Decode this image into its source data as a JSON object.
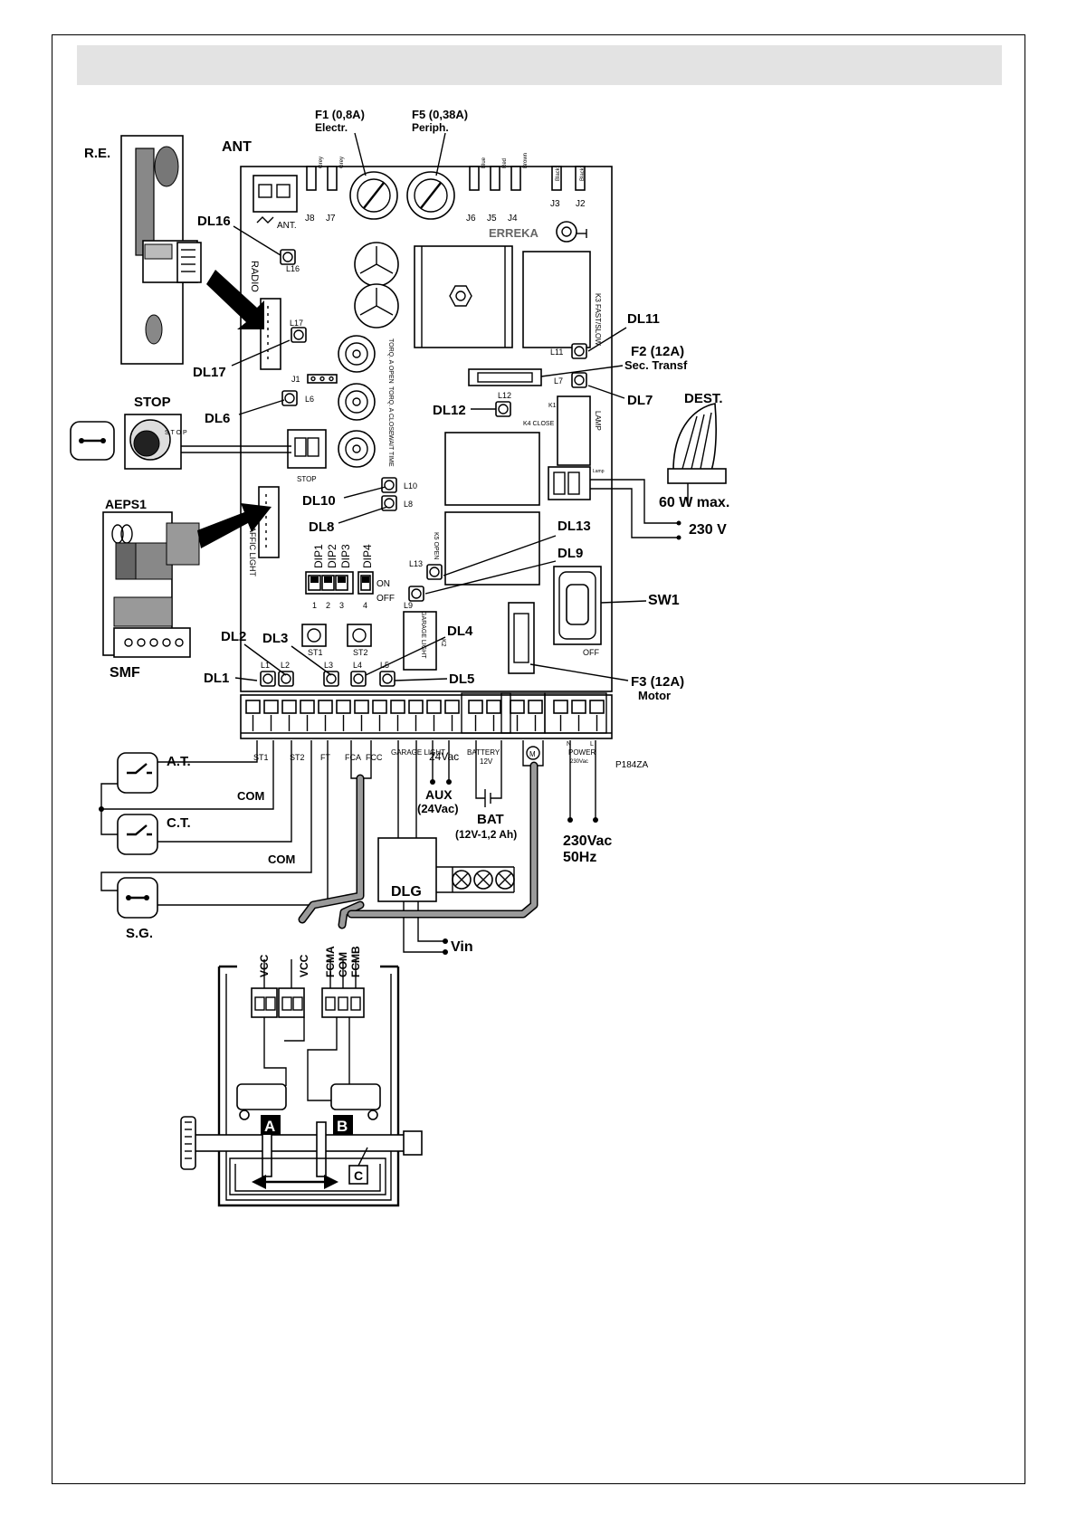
{
  "labels": {
    "re": "R.E.",
    "ant": "ANT",
    "ant_small": "ANT.",
    "radio": "RADIO",
    "stop_title": "STOP",
    "stop_small": "STOP",
    "stop_switch_letters": "S T O P",
    "aeps1": "AEPS1",
    "smf": "SMF",
    "traffic_light": "TRAFFIC LIGHT",
    "f1": "F1 (0,8A)",
    "f1_sub": "Electr.",
    "f5": "F5 (0,38A)",
    "f5_sub": "Periph.",
    "brand": "ERREKA",
    "dl16": "DL16",
    "dl17": "DL17",
    "dl6": "DL6",
    "dl10": "DL10",
    "dl8": "DL8",
    "dl12": "DL12",
    "dl11": "DL11",
    "dl7": "DL7",
    "dl13": "DL13",
    "dl9": "DL9",
    "dl2": "DL2",
    "dl3": "DL3",
    "dl1": "DL1",
    "dl4": "DL4",
    "dl5": "DL5",
    "f2": "F2 (12A)",
    "f2_sub": "Sec. Transf",
    "dest": "DEST.",
    "w60": "60 W max.",
    "v230": "230 V",
    "sw1": "SW1",
    "f3": "F3 (12A)",
    "f3_sub": "Motor",
    "off": "OFF",
    "part_code": "P184ZA",
    "garage_light": "GARAGE LIGHT",
    "torq_open": "TORQ. A OPEN",
    "torq_close": "TORQ. A CLOSE",
    "wait_time": "WAIT TIME",
    "k3": "K3 FAST/SLOW",
    "k1": "K1",
    "lamp": "LAMP",
    "k4": "K4 CLOSE",
    "k5": "K5 OPEN",
    "k2": "K2",
    "lamp_small": "Lamp",
    "j1": "J1",
    "dip1": "DIP1",
    "dip2": "DIP2",
    "dip3": "DIP3",
    "dip4": "DIP4",
    "dip_on": "ON",
    "dip_off": "OFF",
    "dip_nums": [
      "1",
      "2",
      "3",
      "4"
    ],
    "st1_btn": "ST1",
    "st2_btn": "ST2",
    "led_labels": [
      "L16",
      "L17",
      "L6",
      "L10",
      "L8",
      "L12",
      "L11",
      "L7",
      "L13",
      "L9",
      "L1",
      "L2",
      "L3",
      "L4",
      "L5"
    ],
    "jumpers": [
      "J8",
      "J7",
      "J6",
      "J5",
      "J4",
      "J3",
      "J2"
    ],
    "wire_colors": [
      "Grey",
      "Grey",
      "Blue",
      "Red",
      "Brown",
      "Black",
      "Black"
    ],
    "term_st1": "ST1",
    "term_st2": "ST2",
    "term_ft": "FT",
    "term_fca": "FCA",
    "term_fcc": "FCC",
    "term_garage": "GARAGE LIGHT",
    "term_24": "24Vac",
    "term_battery": "BATTERY",
    "term_12v": "12V",
    "term_m": "M",
    "term_n": "N",
    "term_l": "L",
    "term_power": "POWER",
    "term_230": "230Vac",
    "at": "A.T.",
    "ct": "C.T.",
    "sg": "S.G.",
    "com1": "COM",
    "com2": "COM",
    "aux": "AUX",
    "aux_sub": "(24Vac)",
    "bat": "BAT",
    "bat_sub": "(12V-1,2 Ah)",
    "mains": "230Vac",
    "mains_hz": "50Hz",
    "dlg": "DLG",
    "vin": "Vin",
    "vcc1": "VCC",
    "vcc2": "VCC",
    "fcma": "FCMA",
    "com3": "COM",
    "fcmb": "FCMB",
    "letter_a": "A",
    "letter_b": "B",
    "letter_c": "C"
  }
}
